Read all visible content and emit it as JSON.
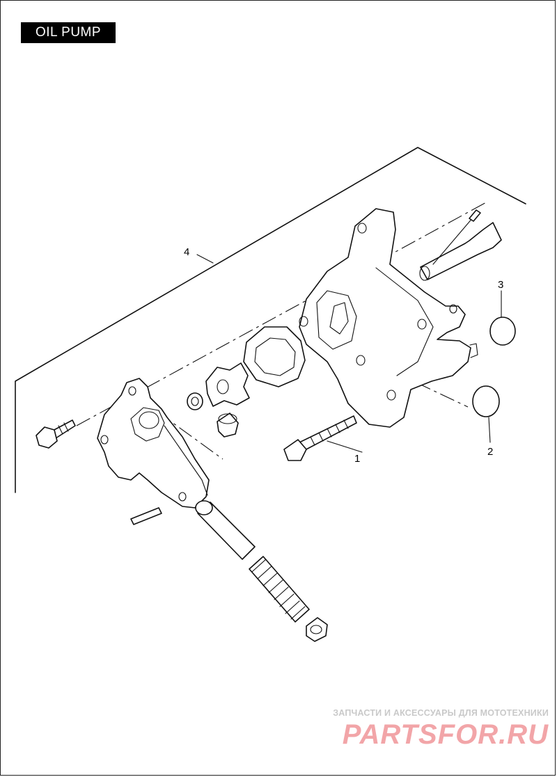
{
  "title": "OIL PUMP",
  "callouts": {
    "c1": "1",
    "c2": "2",
    "c3": "3",
    "c4": "4"
  },
  "watermark": {
    "line1": "ЗАПЧАСТИ И АКСЕССУАРЫ ДЛЯ МОТОТЕХНИКИ",
    "line2": "PARTSFOR.RU"
  }
}
